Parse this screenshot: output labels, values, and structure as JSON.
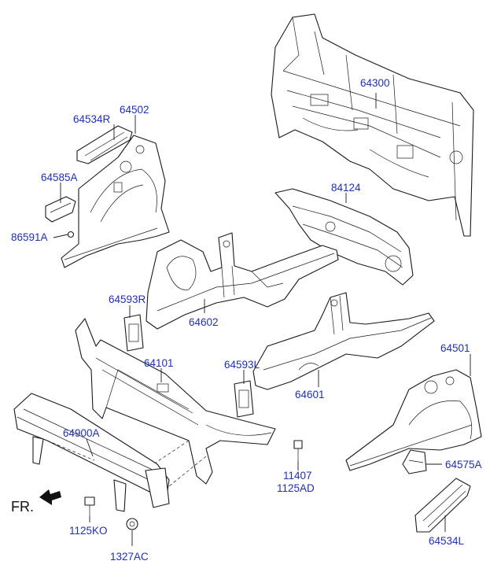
{
  "colors": {
    "label": "#1f2fb8",
    "line": "#1a1a1a",
    "background": "#ffffff"
  },
  "direction_marker": {
    "text": "FR.",
    "icon": "arrow-forward-icon"
  },
  "labels": {
    "p64300": "64300",
    "p84124": "84124",
    "p64534R": "64534R",
    "p64502": "64502",
    "p64585A": "64585A",
    "p86591A": "86591A",
    "p64593R": "64593R",
    "p64602": "64602",
    "p64101": "64101",
    "p64593L": "64593L",
    "p64601": "64601",
    "p64501": "64501",
    "p64900A": "64900A",
    "p11407": "11407",
    "p1125AD": "1125AD",
    "p64575A": "64575A",
    "p1125KO": "1125KO",
    "p1327AC": "1327AC",
    "p64534L": "64534L"
  }
}
